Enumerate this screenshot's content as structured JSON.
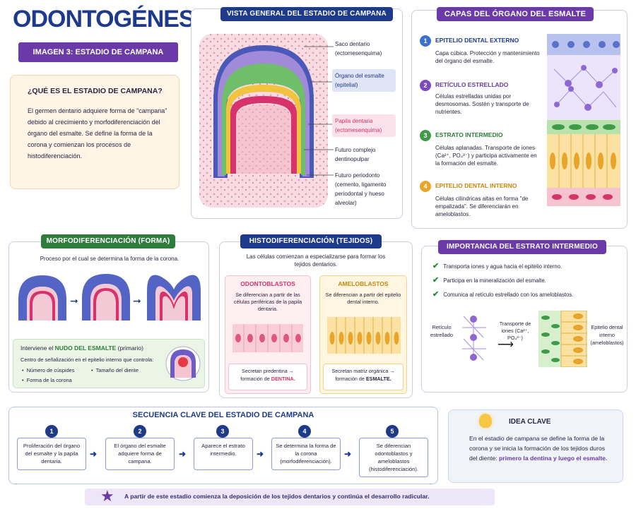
{
  "title": "ODONTOGÉNESIS",
  "subtitle": "IMAGEN 3: ESTADIO DE CAMPANA",
  "que_es": {
    "heading": "¿QUÉ ES EL ESTADIO DE CAMPANA?",
    "text": "El germen dentario adquiere forma de \"campana\" debido al crecimiento y morfodiferenciación del órgano del esmalte. Se define la forma de la corona y comienzan los procesos de histodiferenciación."
  },
  "vista_general": {
    "heading": "VISTA GENERAL DEL ESTADIO DE CAMPANA",
    "labels": [
      "Saco dentario (ectomesenquima)",
      "Órgano del esmalte (epitelial)",
      "Papila dentaria (ectomesenquima)",
      "Futuro complejo dentinopulpar",
      "Futuro periodonto (cemento, ligamento periodontal y hueso alveolar)"
    ]
  },
  "capas": {
    "heading": "CAPAS DEL ÓRGANO DEL ESMALTE",
    "items": [
      {
        "num": "1",
        "title": "EPITELIO DENTAL EXTERNO",
        "text": "Capa cúbica. Protección y mantenimiento del órgano del esmalte.",
        "color": "#3b6fd1"
      },
      {
        "num": "2",
        "title": "RETÍCULO ESTRELLADO",
        "text": "Células estrelladas unidas por desmosomas. Sostén y transporte de nutrientes.",
        "color": "#7b49c2"
      },
      {
        "num": "3",
        "title": "ESTRATO INTERMEDIO",
        "text": "Células aplanadas. Transporte de iones (Ca²⁺, PO₄³⁻) y participa activamente en la formación del esmalte.",
        "color": "#3e9b4a"
      },
      {
        "num": "4",
        "title": "EPITELIO DENTAL INTERNO",
        "text": "Células cilíndricas altas en forma \"de empalizada\". Se diferenciarán en ameloblastos.",
        "color": "#e8a52a"
      }
    ]
  },
  "morfo": {
    "heading": "MORFODIFERENCIACIÓN (FORMA)",
    "text": "Proceso por el cual se determina la forma de la corona.",
    "nudo_title_a": "Interviene el ",
    "nudo_title_b": "NUDO DEL ESMALTE",
    "nudo_title_c": " (primario)",
    "nudo_text": "Centro de señalización en el epitelio interno que controla:",
    "bullets": [
      "Número de cúspides",
      "Tamaño del diente",
      "Forma de la corona"
    ]
  },
  "histo": {
    "heading": "HISTODIFERENCIACIÓN (TEJIDOS)",
    "text": "Las células comienzan a especializarse para formar los tejidos dentarios.",
    "odonto": {
      "title": "ODONTOBLASTOS",
      "text": "Se diferencian a partir de las células periféricas de la papila dentaria.",
      "bottom_a": "Secretan predentina → formación de ",
      "bottom_b": "DENTINA."
    },
    "amelo": {
      "title": "AMELOBLASTOS",
      "text": "Se diferencian a partir del epitelio dental interno.",
      "bottom_a": "Secretan matriz orgánica → formación de ",
      "bottom_b": "ESMALTE."
    }
  },
  "importancia": {
    "heading": "IMPORTANCIA DEL ESTRATO INTERMEDIO",
    "items": [
      "Transporta iones y agua hacia el epitelio interno.",
      "Participa en la mineralización del esmalte.",
      "Comunica al retículo estrellado con los ameloblastos."
    ],
    "left_label": "Retículo estrellado",
    "middle_label": "Transporte de iones (Ca²⁺, PO₄³⁻)",
    "right_label": "Epitelio dental interno (ameloblastos)"
  },
  "secuencia": {
    "heading": "SECUENCIA CLAVE DEL ESTADIO DE CAMPANA",
    "steps": [
      {
        "num": "1",
        "text": "Proliferación del órgano del esmalte y la papila dentaria."
      },
      {
        "num": "2",
        "text": "El órgano del esmalte adquiere forma de campana."
      },
      {
        "num": "3",
        "text": "Aparece el estrato intermedio."
      },
      {
        "num": "4",
        "text": "Se determina la forma de la corona (morfodiferenciación)."
      },
      {
        "num": "5",
        "text": "Se diferencian odontoblastos y ameloblastos (histodiferenciación)."
      }
    ]
  },
  "idea": {
    "heading": "IDEA CLAVE",
    "text_a": "En el estadio de campana se define la forma de la corona y se inicia la formación de los tejidos duros del diente: ",
    "text_b": "primero la dentina y luego el esmalte."
  },
  "footer": "A partir de este estadio comienza la deposición de los tejidos dentarios y continúa el desarrollo radicular.",
  "colors": {
    "navy": "#1e3a8a",
    "purple": "#6a3aa8",
    "green": "#2e7d3c",
    "pink": "#d6336c",
    "gold": "#c8860a"
  }
}
